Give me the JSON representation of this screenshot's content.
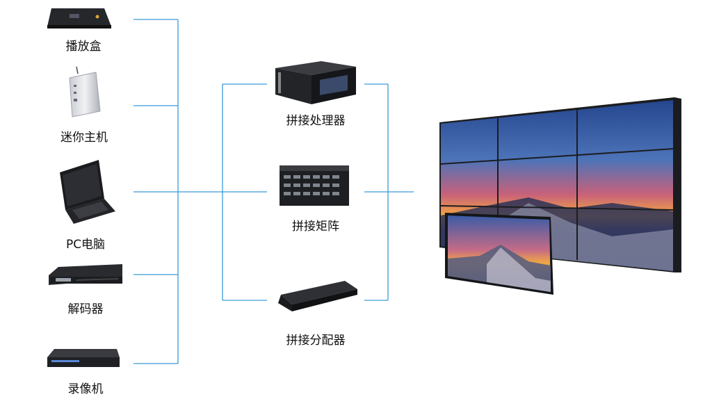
{
  "sources": [
    {
      "label": "播放盒",
      "icon": "media-player-box-icon"
    },
    {
      "label": "迷你主机",
      "icon": "mini-pc-icon"
    },
    {
      "label": "PC电脑",
      "icon": "laptop-icon"
    },
    {
      "label": "解码器",
      "icon": "decoder-icon"
    },
    {
      "label": "录像机",
      "icon": "video-recorder-icon"
    }
  ],
  "processors": [
    {
      "label": "拼接处理器",
      "icon": "splicing-processor-icon"
    },
    {
      "label": "拼接矩阵",
      "icon": "splicing-matrix-icon"
    },
    {
      "label": "拼接分配器",
      "icon": "splicing-distributor-icon"
    }
  ],
  "display": {
    "icon": "video-wall-display-icon"
  },
  "colors": {
    "connector": "#3a9ad9",
    "device_dark": "#1e1f22",
    "sky_top": "#2e5aa0",
    "sunset": "#f0a040"
  }
}
